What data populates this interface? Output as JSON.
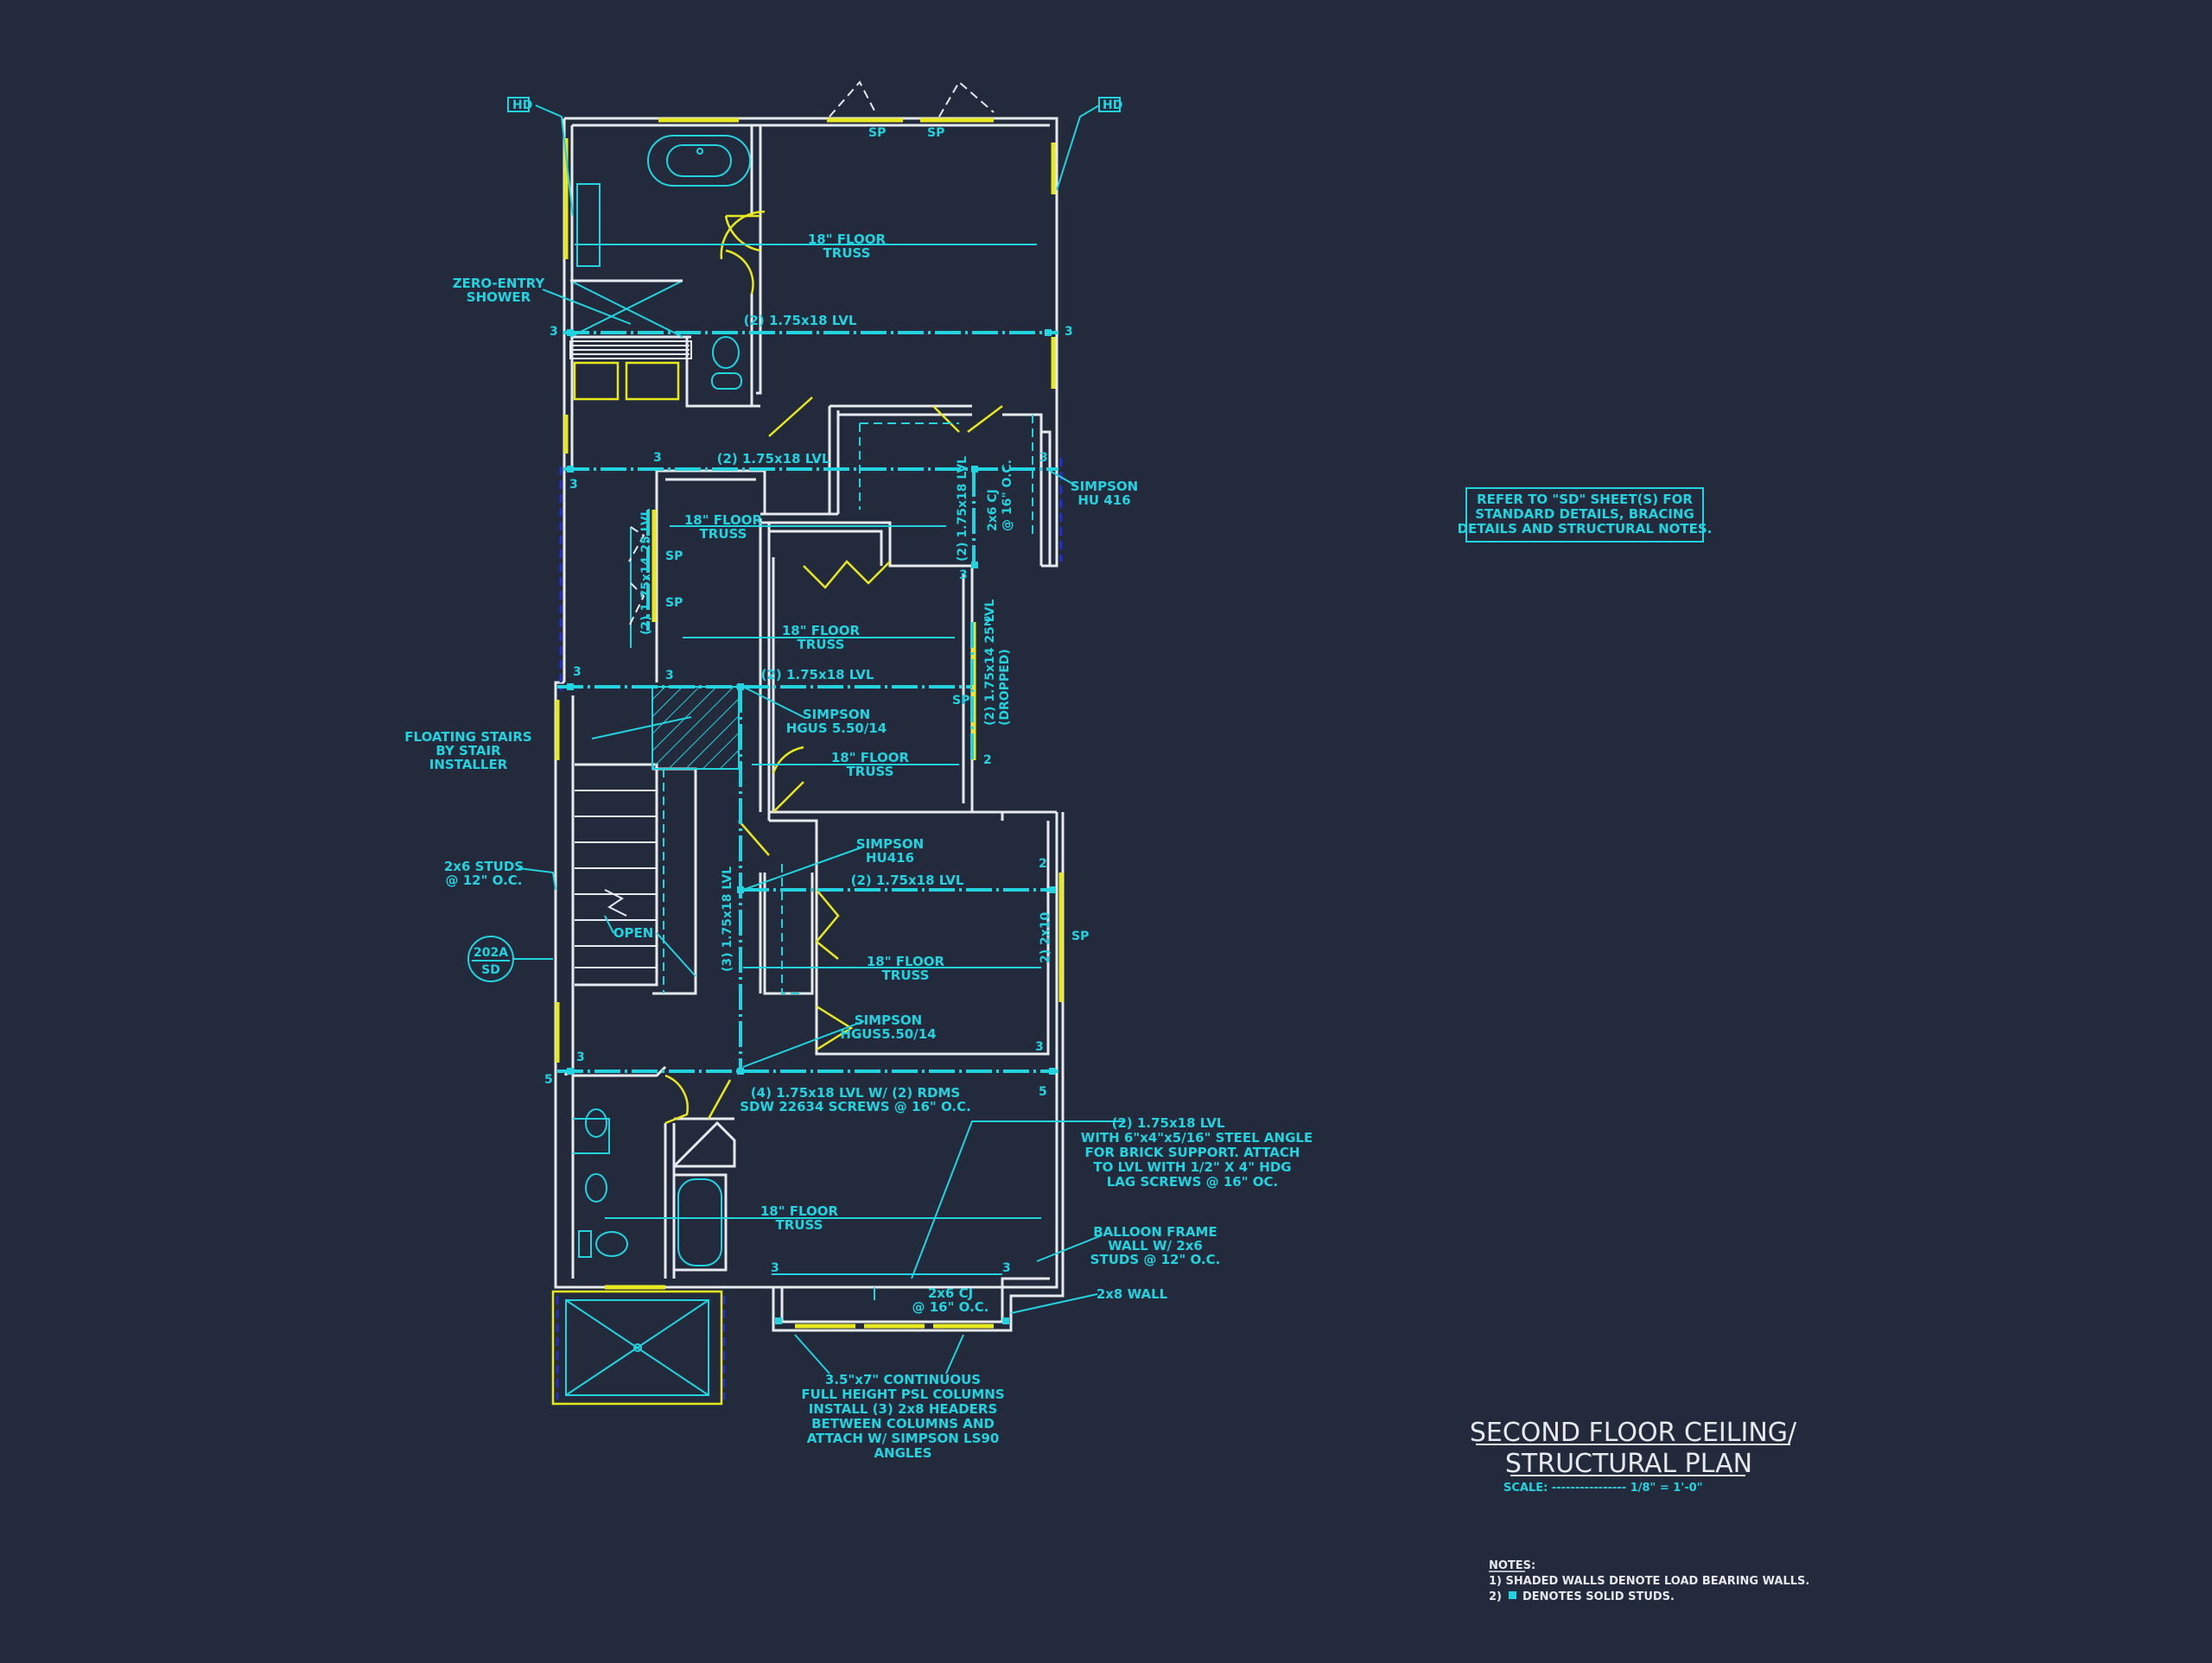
{
  "labels": {
    "hd_left": "HD",
    "hd_right": "HD",
    "sp_top1": "SP",
    "sp_top2": "SP",
    "truss1": [
      "18\" FLOOR",
      "TRUSS"
    ],
    "zero_entry": [
      "ZERO-ENTRY",
      "SHOWER"
    ],
    "lvl_top": "(2) 1.75x18 LVL",
    "n3a": "3",
    "n3b": "3",
    "lvl_second": "(2) 1.75x18 LVL",
    "n3c": "3",
    "n3d": "3",
    "n3e": "3",
    "simpson_hu416": [
      "SIMPSON",
      "HU 416"
    ],
    "refer_note": [
      "REFER TO \"SD\" SHEET(S) FOR",
      "STANDARD DETAILS, BRACING",
      "DETAILS AND STRUCTURAL NOTES."
    ],
    "truss2": [
      "18\" FLOOR",
      "TRUSS"
    ],
    "lvl_vert_left": "(2) 1.75x14 25 LVL",
    "sp_left1": "SP",
    "sp_left2": "SP",
    "lvl_vert_mid": "(2) 1.75x18 LVL",
    "cj_vert": [
      "2x6 CJ",
      "@ 16\" O.C."
    ],
    "n3f": "3",
    "truss3": [
      "18\" FLOOR",
      "TRUSS"
    ],
    "n2a": "2",
    "n2b": "2",
    "lvl_dropped": [
      "(2) 1.75x14 25 LVL",
      "(DROPPED)"
    ],
    "sp_right1": "SP",
    "n3g": "3",
    "n3h": "3",
    "lvl_third": "(2) 1.75x18 LVL",
    "simpson_hgus1": [
      "SIMPSON",
      "HGUS 5.50/14"
    ],
    "floating_stairs": [
      "FLOATING STAIRS",
      "BY STAIR",
      "INSTALLER"
    ],
    "truss4": [
      "18\" FLOOR",
      "TRUSS"
    ],
    "studs_left": [
      "2x6 STUDS",
      "@ 12\" O.C."
    ],
    "simpson_hu416b": [
      "SIMPSON",
      "HU416"
    ],
    "n2c": "2",
    "lvl_fourth": "(2) 1.75x18 LVL",
    "open": "OPEN",
    "lvl_vert3": "(3) 1.75x18 LVL",
    "detail_bubble": [
      "202A",
      "SD"
    ],
    "twox10": "2) 2x10",
    "sp_right2": "SP",
    "truss5": [
      "18\" FLOOR",
      "TRUSS"
    ],
    "simpson_hgus2": [
      "SIMPSON",
      "HGUS5.50/14"
    ],
    "n3i": "3",
    "n3j": "3",
    "n5a": "5",
    "n5b": "5",
    "lvl_rdms": [
      "(4) 1.75x18 LVL W/ (2) RDMS",
      "SDW 22634 SCREWS @ 16\" O.C."
    ],
    "steel_angle": [
      "(2) 1.75x18 LVL",
      "WITH 6\"x4\"x5/16\" STEEL ANGLE",
      "FOR BRICK SUPPORT. ATTACH",
      "TO LVL WITH 1/2\" X 4\" HDG",
      "LAG SCREWS @ 16\" OC."
    ],
    "truss6": [
      "18\" FLOOR",
      "TRUSS"
    ],
    "balloon": [
      "BALLOON FRAME",
      "WALL W/ 2x6",
      "STUDS @ 12\" O.C."
    ],
    "n3k": "3",
    "n3l": "3",
    "cj_bottom": [
      "2x6 CJ",
      "@ 16\" O.C."
    ],
    "wall_2x8": "2x8 WALL",
    "psl": [
      "3.5\"x7\" CONTINUOUS",
      "FULL HEIGHT PSL COLUMNS",
      "INSTALL (3) 2x8 HEADERS",
      "BETWEEN COLUMNS AND",
      "ATTACH W/ SIMPSON LS90",
      "ANGLES"
    ]
  },
  "title_block": {
    "line1": "SECOND FLOOR CEILING/",
    "line2": "STRUCTURAL PLAN",
    "scale": "SCALE: ---------------- 1/8\" = 1'-0\""
  },
  "notes": {
    "heading": "NOTES:",
    "note1": "1) SHADED WALLS DENOTE LOAD BEARING WALLS.",
    "note2_prefix": "2)",
    "note2_text": "DENOTES SOLID STUDS."
  }
}
